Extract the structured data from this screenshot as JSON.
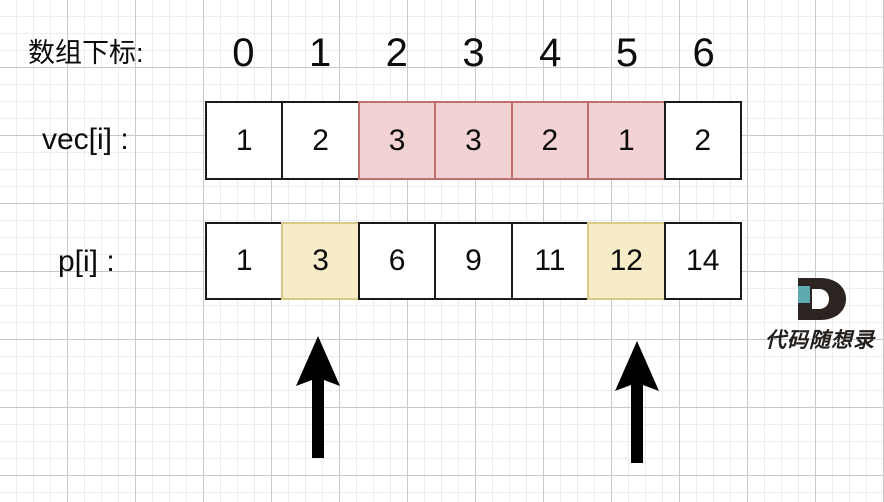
{
  "labels": {
    "index_row": "数组下标:",
    "vec_row": "vec[i] :",
    "p_row": "p[i] :"
  },
  "index_header": [
    "0",
    "1",
    "2",
    "3",
    "4",
    "5",
    "6"
  ],
  "rows": {
    "vec": {
      "name": "vec[i]",
      "values": [
        "1",
        "2",
        "3",
        "3",
        "2",
        "1",
        "2"
      ],
      "highlighted_indices": [
        2,
        3,
        4,
        5
      ],
      "highlight_color": "#f2d2d2",
      "highlight_border_color": "#c0706e"
    },
    "p": {
      "name": "p[i]",
      "values": [
        "1",
        "3",
        "6",
        "9",
        "11",
        "12",
        "14"
      ],
      "highlighted_indices": [
        1,
        5
      ],
      "highlight_color": "#f7ecc8",
      "highlight_border_color": "#d8c98a"
    }
  },
  "pointers": [
    {
      "name": "left-pointer",
      "index": 1,
      "direction": "up"
    },
    {
      "name": "right-pointer",
      "index": 5,
      "direction": "up"
    }
  ],
  "logo": {
    "mark_letter": "D",
    "mark_dark_color": "#2b2421",
    "mark_accent_color": "#5fa9b0",
    "text": "代码随想录"
  },
  "colors": {
    "background": "#ffffff",
    "grid_minor": "#ededed",
    "grid_major": "#c9c9c9",
    "ink": "#0c0c0c",
    "cell_border": "#1a1a1a"
  }
}
